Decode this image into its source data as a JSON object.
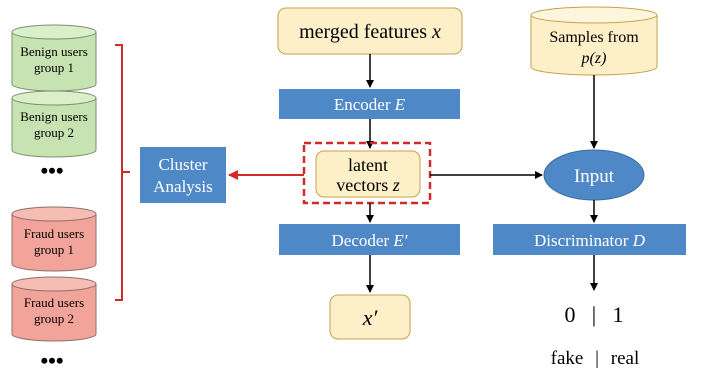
{
  "groups": [
    {
      "line1": "Benign users",
      "line2": "group 1",
      "color": "#c6e3b1"
    },
    {
      "line1": "Benign users",
      "line2": "group 2",
      "color": "#c6e3b1"
    },
    {
      "line1": "Fraud users",
      "line2": "group 1",
      "color": "#f2a49a"
    },
    {
      "line1": "Fraud users",
      "line2": "group 2",
      "color": "#f2a49a"
    }
  ],
  "ellipsis": "•••",
  "cluster": {
    "line1": "Cluster",
    "line2": "Analysis"
  },
  "merged": {
    "text": "merged features",
    "var": "x"
  },
  "encoder": {
    "text": "Encoder",
    "var": "E"
  },
  "latent": {
    "line1": "latent",
    "line2_text": "vectors",
    "line2_var": "z"
  },
  "decoder": {
    "text": "Decoder",
    "var": "E′"
  },
  "output_x": "x′",
  "samples": {
    "line1": "Samples from",
    "line2": "p(z)"
  },
  "input": "Input",
  "discriminator": {
    "text": "Discriminator",
    "var": "D"
  },
  "result": {
    "zero": "0",
    "sep": "|",
    "one": "1"
  },
  "labels": {
    "fake": "fake",
    "sep": "|",
    "real": "real"
  },
  "colors": {
    "blue_box": "#4f88c6",
    "yellow_box": "#fdf0c8",
    "yellow_border": "#c6a24a",
    "red": "#d12a2a",
    "green": "#c6e3b1",
    "pink": "#f2a49a"
  }
}
